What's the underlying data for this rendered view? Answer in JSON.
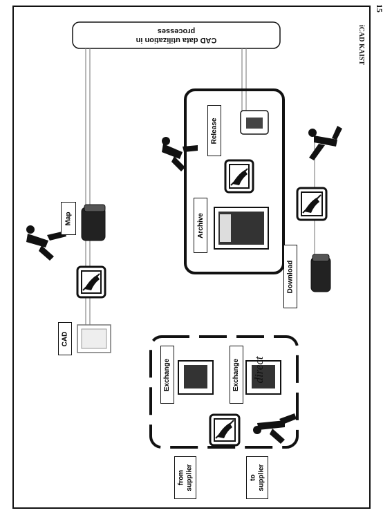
{
  "header_box": {
    "line1": "CAD data utilization in",
    "line2": "processes"
  },
  "labels": {
    "cad": "CAD",
    "map": "Map",
    "archive": "Archive",
    "release": "Release",
    "download": "Download",
    "exchange_1": "Exchange",
    "exchange_2": "Exchange",
    "direct": "direct",
    "from_supplier_1": "from",
    "from_supplier_2": "supplier",
    "to_supplier_1": "to",
    "to_supplier_2": "supplier"
  },
  "footer": {
    "logo": "iCAD KAIST",
    "page_number": "15"
  },
  "icon_names": [
    "workstation-icon",
    "person-icon",
    "document-stack-icon",
    "printer-icon",
    "archive-cabinet-icon"
  ]
}
